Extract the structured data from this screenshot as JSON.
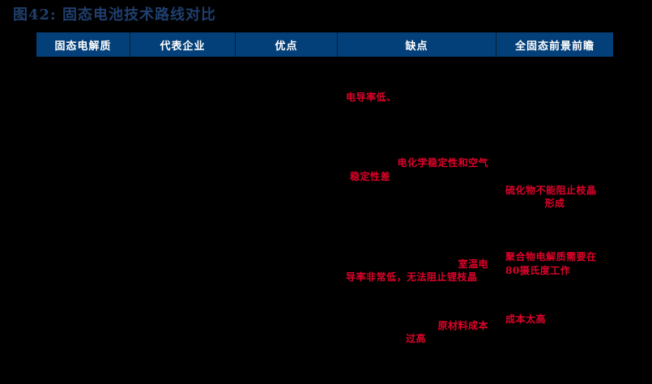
{
  "title": "图42:  固态电池技术路线对比",
  "table": {
    "headers": [
      "固态电解质",
      "代表企业",
      "优点",
      "缺点",
      "全固态前景前瞻"
    ],
    "rows": [
      {
        "disadvantages": [
          "电导率低、"
        ],
        "outlook": []
      },
      {
        "disadvantages": [
          "电化学稳定性和空气",
          "稳定性差"
        ],
        "outlook": [
          "硫化物不能阻止枝晶",
          "形成"
        ]
      },
      {
        "disadvantages": [
          "室温电",
          "导率非常低，无法阻止锂枝晶"
        ],
        "outlook": [
          "聚合物电解质需要在",
          "80摄氏度工作"
        ]
      },
      {
        "disadvantages": [
          "原材料成本",
          "过高"
        ],
        "outlook": [
          "成本太高"
        ]
      }
    ]
  },
  "colors": {
    "header_bg": "#033f78",
    "header_text": "#ffffff",
    "title": "#1f3f6e",
    "highlight_text": "#e0002a",
    "background": "#000000"
  }
}
